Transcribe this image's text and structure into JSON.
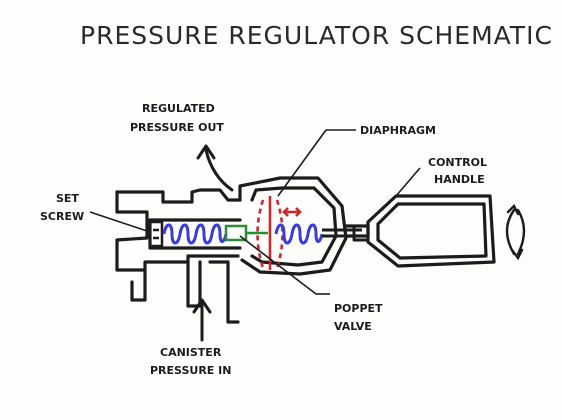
{
  "title": "PRESSURE REGULATOR SCHEMATIC",
  "labels": {
    "regulated_out": [
      "REGULATED",
      "PRESSURE OUT"
    ],
    "diaphragm": "DIAPHRAGM",
    "control_handle": [
      "CONTROL",
      "HANDLE"
    ],
    "set_screw": [
      "SET",
      "SCREW"
    ],
    "poppet_valve": [
      "POPPET",
      "VALVE"
    ],
    "canister_in": [
      "CANISTER",
      "PRESSURE IN"
    ]
  },
  "colors": {
    "ink": "#1c1c1c",
    "spring": "#3d3dd6",
    "diaphragm": "#c8282e",
    "valve": "#2e8b3a"
  }
}
